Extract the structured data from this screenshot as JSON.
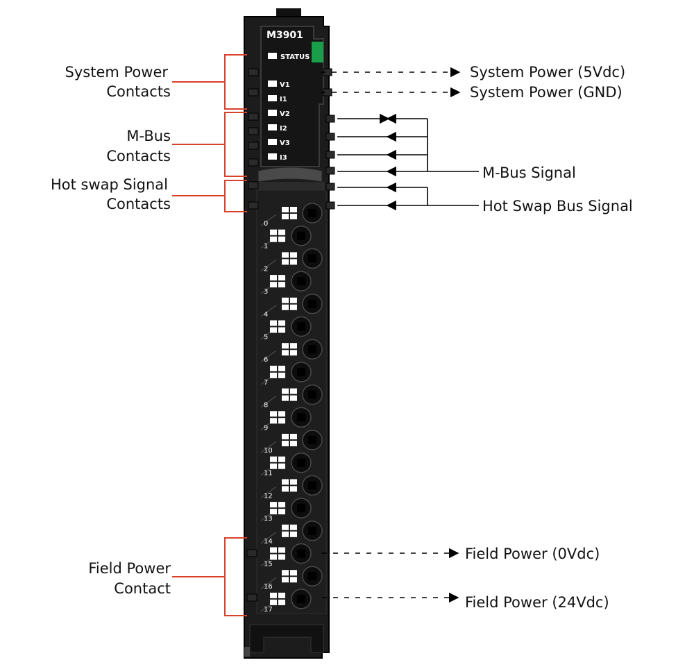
{
  "module": {
    "model": "M3901",
    "status_label": "STATUS",
    "led_labels": [
      "V1",
      "I1",
      "V2",
      "I2",
      "V3",
      "I3"
    ],
    "channel_labels": [
      "0",
      "1",
      "2",
      "3",
      "4",
      "5",
      "6",
      "7",
      "8",
      "9",
      "10",
      "11",
      "12",
      "13",
      "14",
      "15",
      "16",
      "17"
    ]
  },
  "left_labels": {
    "system_power": [
      "System Power",
      "Contacts"
    ],
    "mbus": [
      "M-Bus",
      "Contacts"
    ],
    "hot_swap": [
      "Hot swap Signal",
      "Contacts"
    ],
    "field_power": [
      "Field Power",
      "Contact"
    ]
  },
  "right_labels": {
    "sys_5v": "System Power (5Vdc)",
    "sys_gnd": "System Power (GND)",
    "mbus_signal": "M-Bus Signal",
    "hot_swap_signal": "Hot Swap Bus Signal",
    "field_0v": "Field Power (0Vdc)",
    "field_24v": "Field Power (24Vdc)"
  },
  "colors": {
    "housing": "#1c1c1c",
    "housing_dark": "#0d0d0d",
    "status_led": "#1a9e4a",
    "bracket": "#d9412b",
    "text": "#111111"
  }
}
